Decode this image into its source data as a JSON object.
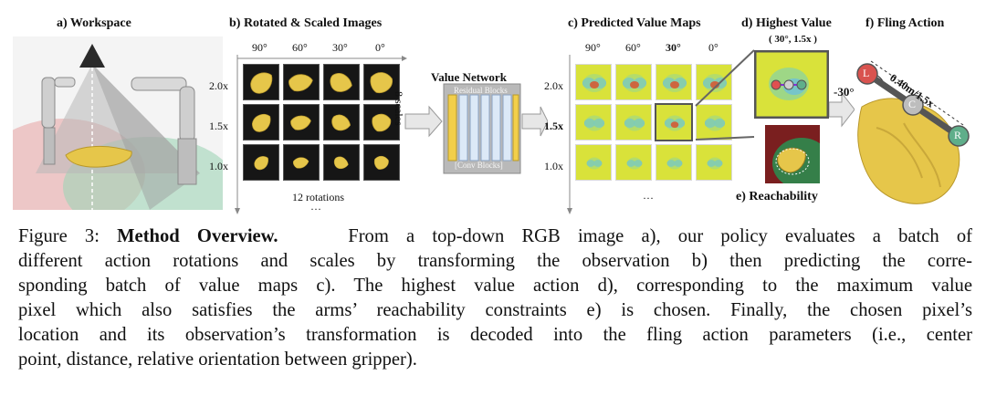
{
  "figure": {
    "panels": {
      "a": {
        "title": "a) Workspace"
      },
      "b": {
        "title": "b) Rotated & Scaled Images",
        "rotations": [
          "90°",
          "60°",
          "30°",
          "0°"
        ],
        "scales": [
          "2.0x",
          "1.5x",
          "1.0x"
        ],
        "side_label": "8 scales",
        "bottom_label": "12 rotations",
        "bottom_dots": "···"
      },
      "network": {
        "title": "Value Network",
        "top_label": "Residual Blocks",
        "bottom_label": "[Conv Blocks]"
      },
      "c": {
        "title": "c) Predicted Value Maps",
        "rotations": [
          "90°",
          "60°",
          "30°",
          "0°"
        ],
        "scales": [
          "2.0x",
          "1.5x",
          "1.0x"
        ],
        "bottom_dots": "···"
      },
      "d": {
        "title": "d) Highest Value",
        "subtitle": "( 30°, 1.5x )"
      },
      "e": {
        "title": "e) Reachability"
      },
      "f": {
        "title": "f) Fling Action",
        "angle": "-30°",
        "distance": "0.40m/1.5x",
        "markers": [
          "L",
          "C",
          "R"
        ]
      }
    },
    "caption": {
      "number": "Figure 3:",
      "bold": "Method Overview.",
      "lines": [
        "From a top-down RGB image a), our policy evaluates a batch of",
        "different action rotations and scales by transforming the observation b) then predicting the corre-",
        "sponding batch of value maps c). The highest value action d), corresponding to the maximum value",
        "pixel which also satisfies the arms’ reachability constraints e) is chosen. Finally, the chosen pixel’s",
        "location and its observation’s transformation is decoded into the fling action parameters (i.e., center",
        "point, distance, relative orientation between gripper)."
      ]
    },
    "colors": {
      "cloth": "#e6c64a",
      "cell_bg": "#161616",
      "value_map_bg": "#d9e23a",
      "highlight_frame": "#555555",
      "marker_L": "#d9534f",
      "marker_C": "#bdbdbd",
      "marker_R": "#5fae8a"
    }
  }
}
